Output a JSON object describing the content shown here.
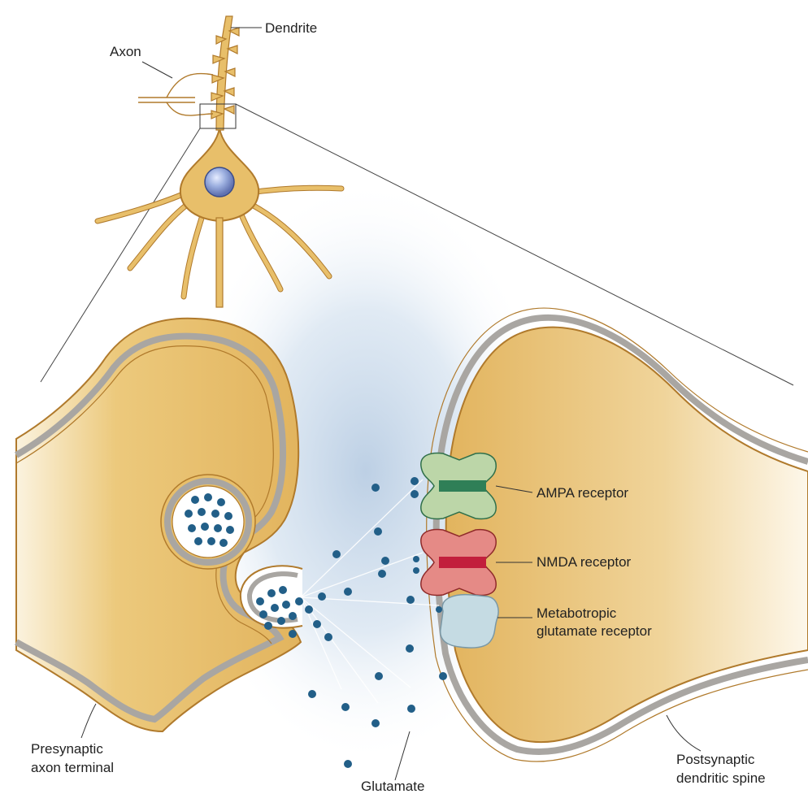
{
  "labels": {
    "axon": "Axon",
    "dendrite": "Dendrite",
    "ampa": "AMPA receptor",
    "nmda": "NMDA receptor",
    "metabotropic_line1": "Metabotropic",
    "metabotropic_line2": "glutamate receptor",
    "presynaptic_line1": "Presynaptic",
    "presynaptic_line2": "axon terminal",
    "glutamate": "Glutamate",
    "postsynaptic_line1": "Postsynaptic",
    "postsynaptic_line2": "dendritic spine"
  },
  "colors": {
    "cell_body": "#e8bf6a",
    "cell_body_light": "#f6e6c2",
    "membrane_band": "#a9a6a2",
    "membrane_edge": "#b07a2c",
    "glutamate_dot": "#225f88",
    "cleft_glow": "#b9cde3",
    "ampa_receptor": "#bcd6a8",
    "ampa_channel": "#2f7f57",
    "nmda_receptor": "#e58a86",
    "nmda_channel": "#c21f3c",
    "metabotropic_receptor": "#c5dbe3",
    "nucleus": "#8fa1d8"
  }
}
